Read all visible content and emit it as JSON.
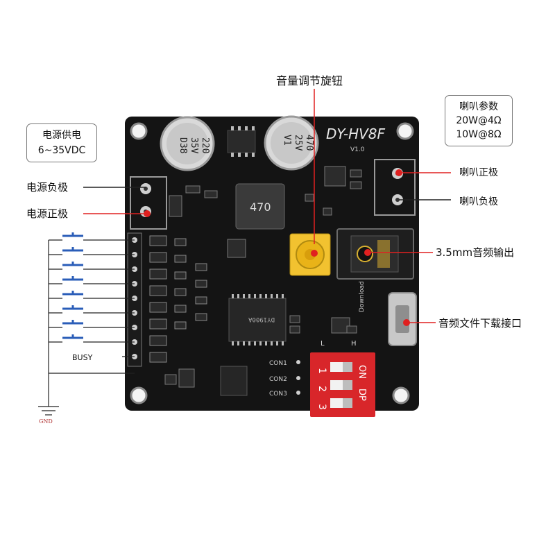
{
  "labels": {
    "volume_knob": "音量调节旋钮",
    "speaker_params": [
      "喇叭参数",
      "20W@4Ω",
      "10W@8Ω"
    ],
    "power_supply": [
      "电源供电",
      "6~35VDC"
    ],
    "power_negative": "电源负极",
    "power_positive": "电源正极",
    "speaker_positive": "喇叭正极",
    "speaker_negative": "喇叭负极",
    "audio_output": "3.5mm音频输出",
    "download_port": "音频文件下载接口",
    "busy": "BUSY",
    "gnd": "GND"
  },
  "board": {
    "model": "DY-HV8F",
    "version": "V1.0",
    "cap_left": [
      "220",
      "35V",
      "D38"
    ],
    "cap_right": [
      "470",
      "25V",
      "V1"
    ],
    "inductor": "470",
    "con_labels": [
      "CON1",
      "CON2",
      "CON3"
    ],
    "dip_labels": [
      "ON",
      "DP"
    ],
    "dip_numbers": [
      "1",
      "2",
      "3"
    ],
    "dip_l": "L",
    "dip_h": "H",
    "download_text": "Download",
    "chip_text": "DY1900A"
  },
  "colors": {
    "pcb": "#141414",
    "callout_red": "#e02020",
    "dip_red": "#d8262a",
    "button_blue": "#2a5db8",
    "knob_yellow": "#f2c230"
  }
}
